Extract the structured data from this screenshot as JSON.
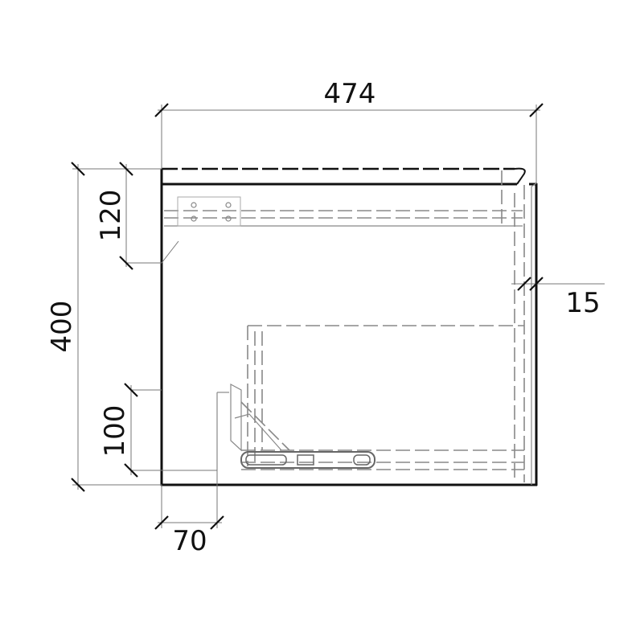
{
  "drawing": {
    "dimensions": {
      "overall_width": "474",
      "overall_height": "400",
      "top_section_height": "120",
      "side_offset": "15",
      "bottom_section_height": "100",
      "bottom_left_offset": "70"
    },
    "colors": {
      "outline": "#111111",
      "hidden_lines": "#888888",
      "dimension_lines": "#777777"
    }
  }
}
